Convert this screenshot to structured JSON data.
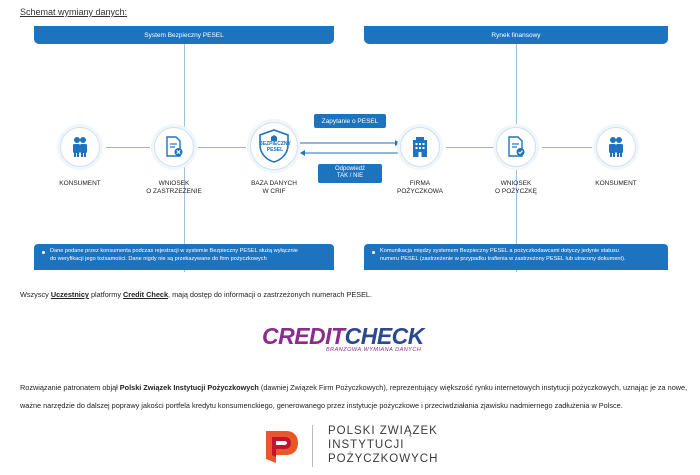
{
  "heading": "Schemat wymiany danych:",
  "bands": {
    "left": "System Bezpieczny PESEL",
    "right": "Rynek finansowy"
  },
  "nodes": [
    {
      "id": "konsument-left",
      "icon": "consumers-icon",
      "line1": "KONSUMENT",
      "line2": ""
    },
    {
      "id": "wniosek-zastrzezenie",
      "icon": "document-x-icon",
      "line1": "WNIOSEK",
      "line2": "O ZASTRZEŻENIE"
    },
    {
      "id": "baza-danych",
      "icon": "shield-icon",
      "line1": "BAZA DANYCH",
      "line2": "W CRIF",
      "shield_line1": "BEZPIECZNY",
      "shield_line2": "PESEL"
    },
    {
      "id": "firma-pozyczkowa",
      "icon": "building-icon",
      "line1": "FIRMA",
      "line2": "POŻYCZKOWA"
    },
    {
      "id": "wniosek-pozyczke",
      "icon": "document-check-icon",
      "line1": "WNIOSEK",
      "line2": "O POŻYCZKĘ"
    },
    {
      "id": "konsument-right",
      "icon": "consumers-icon",
      "line1": "KONSUMENT",
      "line2": ""
    }
  ],
  "exchange": {
    "query": "Zapytanie o PESEL",
    "answer_line1": "Odpowiedź",
    "answer_line2": "TAK / NIE"
  },
  "notes": {
    "left_line1": "Dane podane przez konsumenta podczas rejestracji w systemie Bezpieczny PESEL służą wyłącznie",
    "left_line2": "do weryfikacji jego tożsamości. Dane nigdy nie są przekazywane do firm pożyczkowych",
    "right_line1": "Komunikacja między systemem Bezpieczny PESEL a pożyczkodawcami dotyczy jedynie statusu",
    "right_line2": "numeru PESEL (zastrzeżenie w przypadku trafienia w zastrzeżony PESEL lub utracony dokument)."
  },
  "paragraph1": {
    "pre": "Wszyscy ",
    "link1": "Uczestnicy",
    "mid": " platformy ",
    "link2": "Credit Check",
    "post": ", mają dostęp do informacji o zastrzeżonych numerach PESEL."
  },
  "creditcheck_logo": {
    "part1": "CREDIT",
    "part2": "CHECK",
    "tagline": "BRANŻOWA WYMIANA DANYCH"
  },
  "paragraph2": {
    "pre": "Rozwiązanie patronatem objął ",
    "bold": "Polski Związek Instytucji Pożyczkowych",
    "post": " (dawniej Związek Firm Pożyczkowych), reprezentujący większość rynku internetowych instytucji pożyczkowych, uznając je za nowe,"
  },
  "paragraph3": "ważne narzędzie do dalszej poprawy jakości portfela kredytu konsumenckiego, generowanego przez instytucje pożyczkowe i przeciwdziałania zjawisku nadmiernego zadłużenia w Polsce.",
  "pzip_logo": {
    "line1": "POLSKI ZWIĄZEK",
    "line2": "INSTYTUCJI",
    "line3": "POŻYCZKOWYCH"
  },
  "colors": {
    "primary_blue": "#1e73be",
    "purple": "#8a2d8c",
    "navy": "#2b4a8c",
    "pzip_orange": "#e8562a",
    "pzip_red": "#c4132f"
  }
}
